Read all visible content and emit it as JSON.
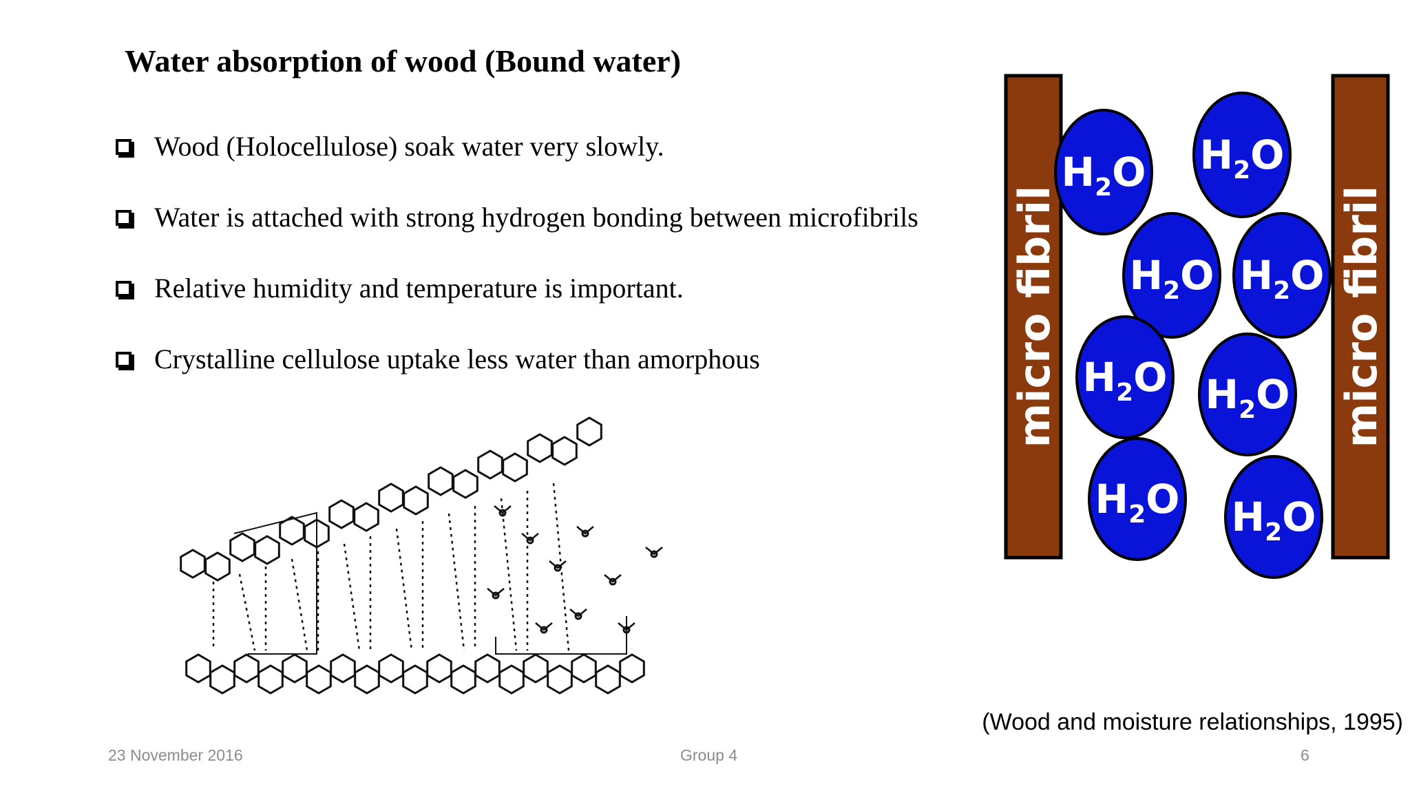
{
  "slide": {
    "title": "Water absorption of wood (Bound water)",
    "bullets": [
      "Wood (Holocellulose) soak water very slowly.",
      "Water is attached with strong hydrogen bonding between microfibrils",
      "Relative humidity and temperature is important.",
      "Crystalline cellulose uptake less water than amorphous"
    ]
  },
  "h2o_diagram": {
    "fibril_label_left": "micro fibril",
    "fibril_label_right": "micro fibril",
    "molecule_label": "H",
    "molecule_subscript": "2",
    "molecule_suffix": "O",
    "colors": {
      "fibril": "#8b3a0e",
      "molecule": "#0a14d8"
    }
  },
  "citation": "(Wood and moisture relationships, 1995)",
  "footer": {
    "date": "23 November 2016",
    "group": "Group 4",
    "page": "6"
  }
}
